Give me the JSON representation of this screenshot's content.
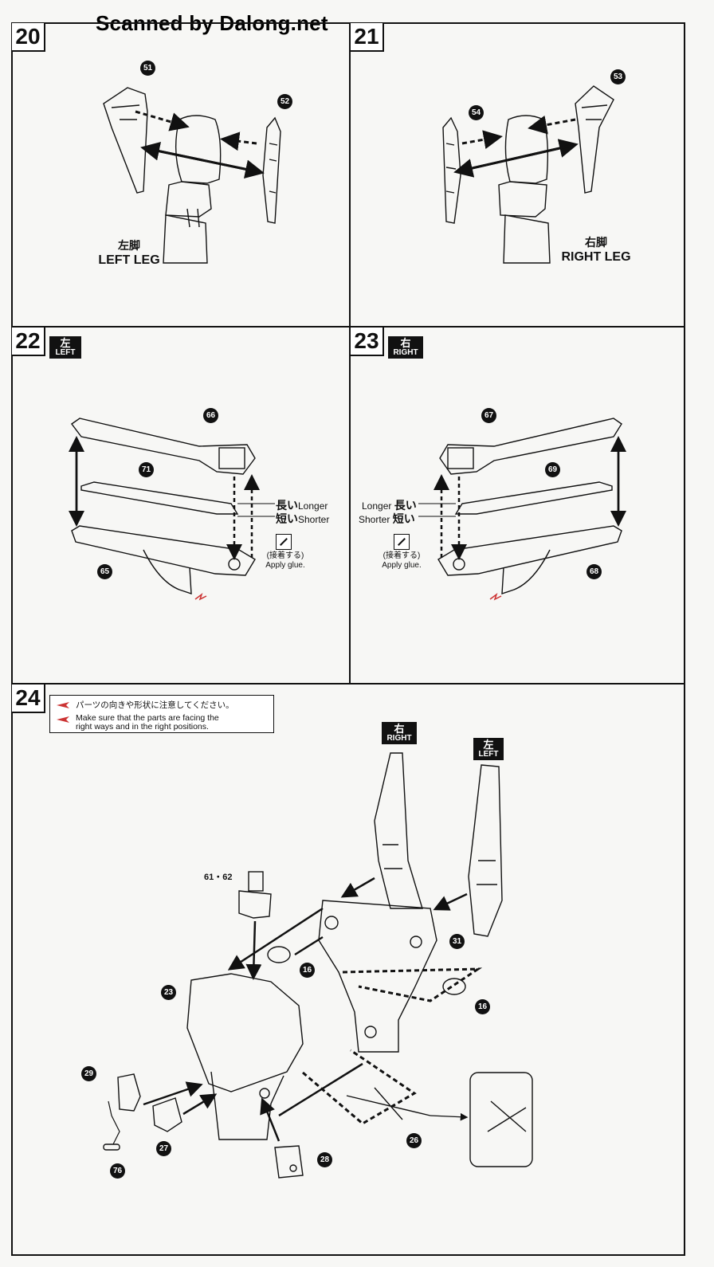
{
  "watermark": "Scanned by Dalong.net",
  "steps": {
    "s20": {
      "num": "20",
      "label_jp": "左脚",
      "label_en": "LEFT LEG",
      "parts": [
        "51",
        "52"
      ]
    },
    "s21": {
      "num": "21",
      "label_jp": "右脚",
      "label_en": "RIGHT LEG",
      "parts": [
        "53",
        "54"
      ]
    },
    "s22": {
      "num": "22",
      "tag_jp": "左",
      "tag_en": "LEFT",
      "parts": [
        "66",
        "71",
        "65"
      ],
      "longer_jp": "長い",
      "longer_en": "Longer",
      "shorter_jp": "短い",
      "shorter_en": "Shorter",
      "glue_jp": "(接着する)",
      "glue_en": "Apply glue."
    },
    "s23": {
      "num": "23",
      "tag_jp": "右",
      "tag_en": "RIGHT",
      "parts": [
        "67",
        "69",
        "68"
      ],
      "longer_jp": "長い",
      "longer_en": "Longer",
      "shorter_jp": "短い",
      "shorter_en": "Shorter",
      "glue_jp": "(接着する)",
      "glue_en": "Apply glue."
    },
    "s24": {
      "num": "24",
      "note_jp": "パーツの向きや形状に注意してください。",
      "note_en_1": "Make sure that the parts are facing the",
      "note_en_2": "right ways and in the right positions.",
      "tag_right_jp": "右",
      "tag_right_en": "RIGHT",
      "tag_left_jp": "左",
      "tag_left_en": "LEFT",
      "part_6162": "61・62",
      "parts": [
        "31",
        "16",
        "16",
        "23",
        "29",
        "27",
        "28",
        "76",
        "26"
      ]
    }
  }
}
